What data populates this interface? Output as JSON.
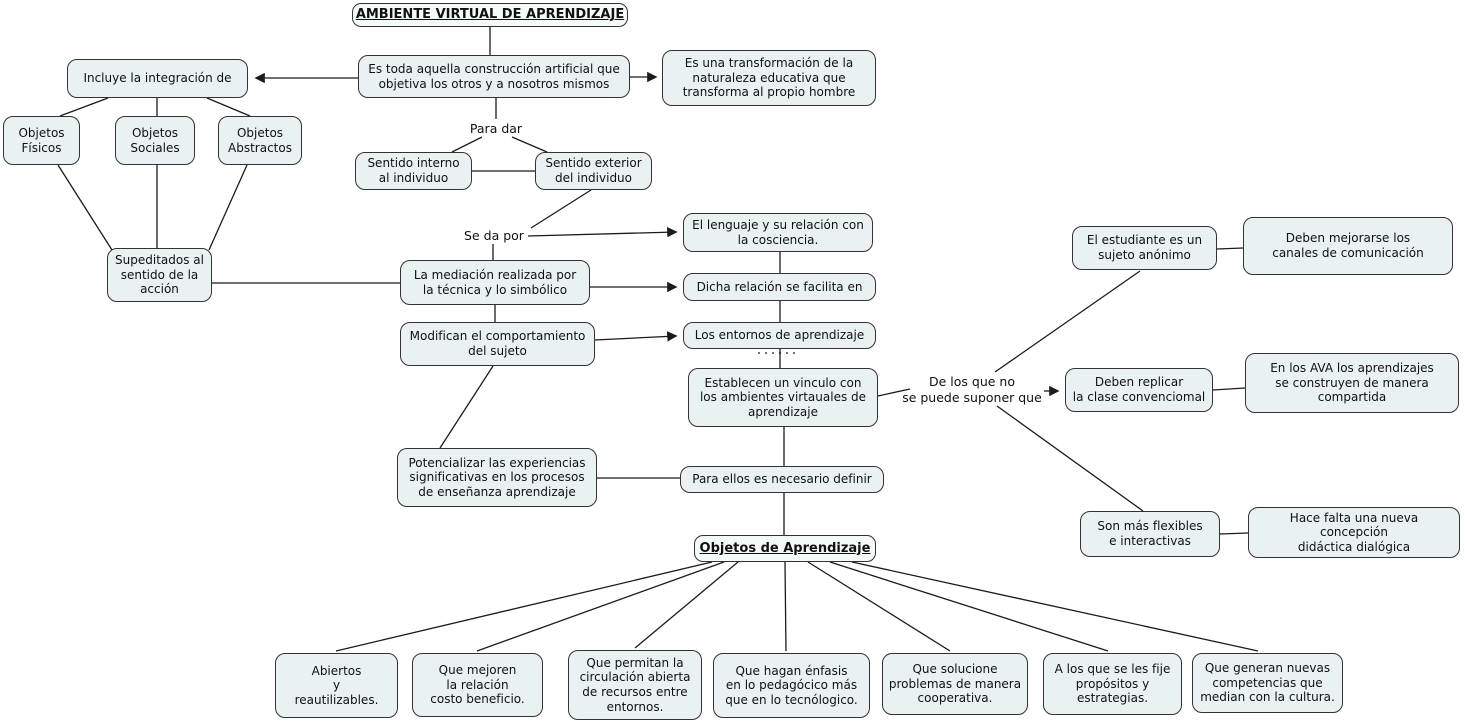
{
  "diagram_title": "AMBIENTE VIRTUAL DE APRENDIZAJE",
  "colors": {
    "background": "#ffffff",
    "node_fill": "#e9f1f2",
    "heading_fill": "#f4f9fa",
    "node_border": "#333333",
    "line_color": "#1b1b1b",
    "text_color": "#111111"
  },
  "nodes": {
    "ambiente_titulo": {
      "label": "AMBIENTE VIRTUAL DE APRENDIZAJE"
    },
    "es_toda": {
      "label": "Es toda aquella construcción artificial que\nobjetiva los otros y a nosotros mismos"
    },
    "transformacion": {
      "label": "Es una transformación de la\nnaturaleza educativa que\ntransforma al propio hombre"
    },
    "incluye": {
      "label": "Incluye la integración de"
    },
    "objetos_fisicos": {
      "label": "Objetos\nFísicos"
    },
    "objetos_sociales": {
      "label": "Objetos\nSociales"
    },
    "objetos_abstractos": {
      "label": "Objetos\nAbstractos"
    },
    "supeditados": {
      "label": "Supeditados al\nsentido de la\nacción"
    },
    "para_dar": {
      "label": "Para dar"
    },
    "sentido_interno": {
      "label": "Sentido interno\nal individuo"
    },
    "sentido_exterior": {
      "label": "Sentido exterior\ndel individuo"
    },
    "se_da_por": {
      "label": "Se da por"
    },
    "lenguaje": {
      "label": "El lenguaje y su relación con\nla cosciencia."
    },
    "mediacion": {
      "label": "La mediación realizada por\nla técnica  y lo simbólico"
    },
    "dicha_relacion": {
      "label": "Dicha relación se facilita en"
    },
    "modifican": {
      "label": "Modifican el comportamiento\ndel sujeto"
    },
    "entornos": {
      "label": "Los entornos de aprendizaje"
    },
    "establecen": {
      "label": "Establecen un vinculo con\nlos ambientes virtauales de\naprendizaje"
    },
    "de_los_que_no": {
      "label": "De los que no\nse puede suponer que"
    },
    "estudiante": {
      "label": "El estudiante es un\nsujeto anónimo"
    },
    "canales": {
      "label": "Deben mejorarse los\ncanales de comunicación"
    },
    "replicar": {
      "label": "Deben replicar\nla clase convenciomal"
    },
    "ava_compartida": {
      "label": "En los AVA los aprendizajes\nse construyen de manera\ncompartida"
    },
    "flexibles": {
      "label": "Son más flexibles\ne interactivas"
    },
    "concepcion": {
      "label": "Hace falta una nueva concepción\ndidáctica dialógica"
    },
    "potencializar": {
      "label": "Potencializar las experiencias\nsignificativas en los procesos\nde enseñanza aprendizaje"
    },
    "necesario_definir": {
      "label": "Para ellos es necesario definir"
    },
    "objetos_aprendizaje_titulo": {
      "label": "Objetos de Aprendizaje"
    },
    "abiertos": {
      "label": "Abiertos\ny\nreautilizables."
    },
    "mejoren": {
      "label": "Que mejoren\nla relación\ncosto beneficio."
    },
    "permitan": {
      "label": "Que permitan la\ncirculación abierta\nde recursos entre\nentornos."
    },
    "enfasis": {
      "label": "Que hagan énfasis\nen lo pedagócico más\nque en lo tecnólogico."
    },
    "solucione": {
      "label": "Que solucione\nproblemas de manera\ncooperativa."
    },
    "fije": {
      "label": "A los que se les fije\npropósitos y\nestrategias."
    },
    "generan": {
      "label": "Que generan nuevas\ncompetencias que\nmedian con la cultura."
    }
  }
}
